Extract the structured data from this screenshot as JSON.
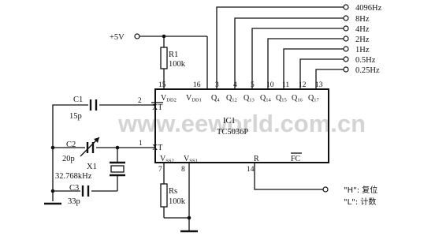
{
  "watermark": "www.eeworld.com.cn",
  "supply": "+5V",
  "ic": {
    "name": "IC1",
    "part": "TC5036P"
  },
  "components": {
    "r1_name": "R1",
    "r1_value": "100k",
    "rs_name": "Rs",
    "rs_value": "100k",
    "c1_name": "C1",
    "c1_value": "15p",
    "c2_name": "C2",
    "c2_value": "20p",
    "x1_name": "X1",
    "x1_value": "32.768kHz",
    "c3_name": "C3",
    "c3_value": "33p"
  },
  "pins": {
    "p15": "15",
    "p16": "16",
    "p3": "3",
    "p4": "4",
    "p5": "5",
    "p10": "10",
    "p11": "11",
    "p12": "12",
    "p13": "13",
    "p2": "2",
    "p1": "1",
    "p7": "7",
    "p8": "8",
    "p14": "14"
  },
  "pin_labels": {
    "vdd2_main": "V",
    "vdd2_sub": "DD2",
    "vdd1_main": "V",
    "vdd1_sub": "DD1",
    "q4_main": "Q",
    "q4_sub": "4",
    "q12_main": "Q",
    "q12_sub": "12",
    "q13_main": "Q",
    "q13_sub": "13",
    "q14_main": "Q",
    "q14_sub": "14",
    "q15_main": "Q",
    "q15_sub": "15",
    "q16_main": "Q",
    "q16_sub": "16",
    "q17_main": "Q",
    "q17_sub": "17",
    "xt_bar": "XT",
    "xt": "XT",
    "vss2_main": "V",
    "vss2_sub": "SS2",
    "vss1_main": "V",
    "vss1_sub": "SS1",
    "r": "R",
    "fc_bar": "FC"
  },
  "outputs": {
    "f1": "4096Hz",
    "f2": "8Hz",
    "f3": "4Hz",
    "f4": "2Hz",
    "f5": "1Hz",
    "f6": "0.5Hz",
    "f7": "0.25Hz"
  },
  "reset_note": {
    "h_line": "\"H\": 复位",
    "l_line": "\"L\": 计数"
  }
}
